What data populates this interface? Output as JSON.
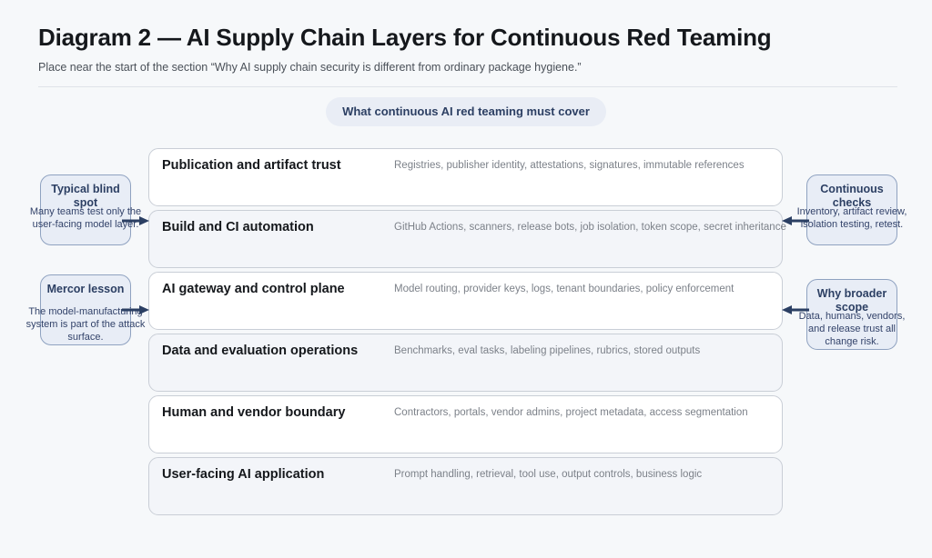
{
  "header": {
    "title": "Diagram 2 — AI Supply Chain Layers for Continuous Red Teaming",
    "subtitle": "Place near the start of the section “Why AI supply chain security is different from ordinary package hygiene.”"
  },
  "top_pill": {
    "label": "What continuous AI red teaming must cover"
  },
  "layers": [
    {
      "label": "Publication and artifact trust",
      "description": "Registries, publisher identity, attestations, signatures, immutable references"
    },
    {
      "label": "Build and CI automation",
      "description": "GitHub Actions, scanners, release bots, job isolation, token scope, secret inheritance"
    },
    {
      "label": "AI gateway and control plane",
      "description": "Model routing, provider keys, logs, tenant boundaries, policy enforcement"
    },
    {
      "label": "Data and evaluation operations",
      "description": "Benchmarks, eval tasks, labeling pipelines, rubrics, stored outputs"
    },
    {
      "label": "Human and vendor boundary",
      "description": "Contractors, portals, vendor admins, project metadata, access segmentation"
    },
    {
      "label": "User-facing AI application",
      "description": "Prompt handling, retrieval, tool use, output controls, business logic"
    }
  ],
  "callouts": {
    "blind_spot": {
      "title": "Typical blind spot",
      "body": "Many teams test only the user-facing model layer."
    },
    "mercor": {
      "title": "Mercor lesson",
      "body": "The model-manufacturing system is part of the attack surface."
    },
    "continuous_checks": {
      "title": "Continuous checks",
      "body": "Inventory, artifact review, isolation testing, retest."
    },
    "broader_scope": {
      "title": "Why broader scope",
      "body": "Data, humans, vendors, and release trust all change risk."
    }
  },
  "colors": {
    "background": "#f6f8fa",
    "accent": "#2c3f63",
    "callout_fill": "#e8edf6",
    "callout_border": "#8fa2c0",
    "row_border": "#c9ced6",
    "row_fill_odd": "#ffffff",
    "row_fill_even": "#f3f5f9",
    "description_text": "#7c8189"
  }
}
